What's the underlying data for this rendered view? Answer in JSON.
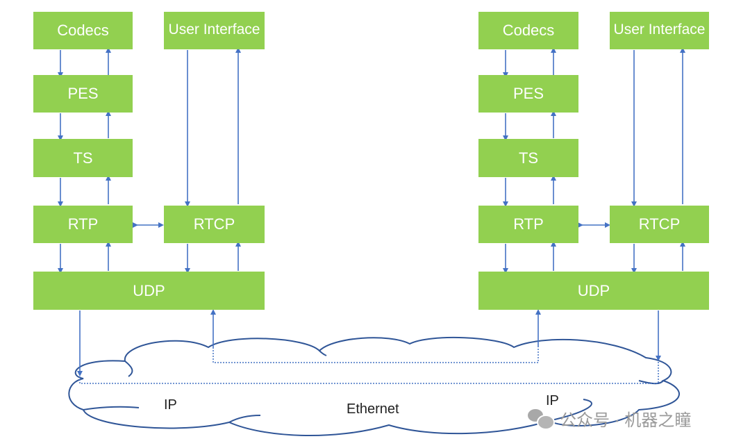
{
  "diagram": {
    "title": "RTP/RTCP over UDP protocol stack between two endpoints",
    "colors": {
      "block": "#92d050",
      "block_text": "#ffffff",
      "arrow": "#4472c4",
      "cloud": "#2f5597"
    },
    "left_stack": {
      "codecs": "Codecs",
      "user_interface": "User Interface",
      "pes": "PES",
      "ts": "TS",
      "rtp": "RTP",
      "rtcp": "RTCP",
      "udp": "UDP"
    },
    "right_stack": {
      "codecs": "Codecs",
      "user_interface": "User Interface",
      "pes": "PES",
      "ts": "TS",
      "rtp": "RTP",
      "rtcp": "RTCP",
      "udp": "UDP"
    },
    "network": {
      "ip_left": "IP",
      "ip_right": "IP",
      "ethernet": "Ethernet"
    },
    "watermark": "公众号 · 机器之瞳"
  }
}
